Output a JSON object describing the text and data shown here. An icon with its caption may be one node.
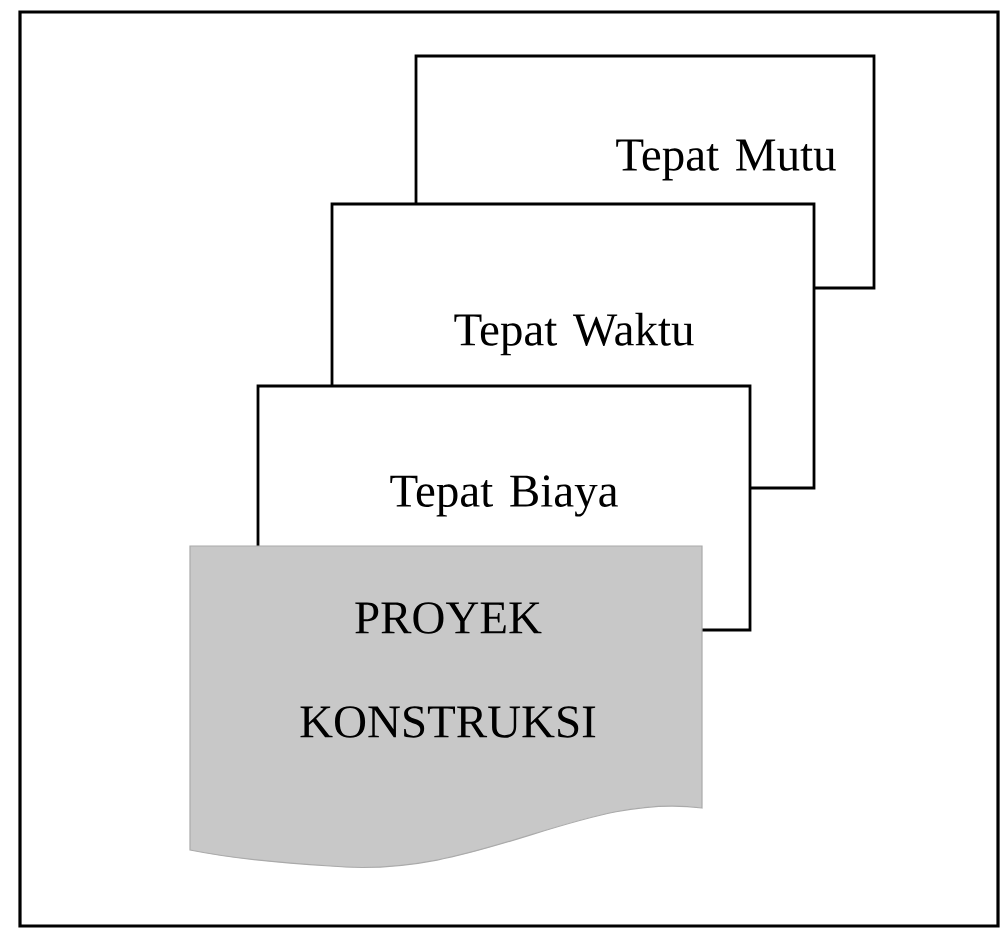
{
  "diagram": {
    "nodes": [
      {
        "text": [
          "Tepat Mutu"
        ]
      },
      {
        "text": [
          "Tepat Waktu"
        ]
      },
      {
        "text": [
          "Tepat Biaya"
        ]
      },
      {
        "text": [
          "PROYEK KONSTRUKSI"
        ]
      }
    ]
  }
}
